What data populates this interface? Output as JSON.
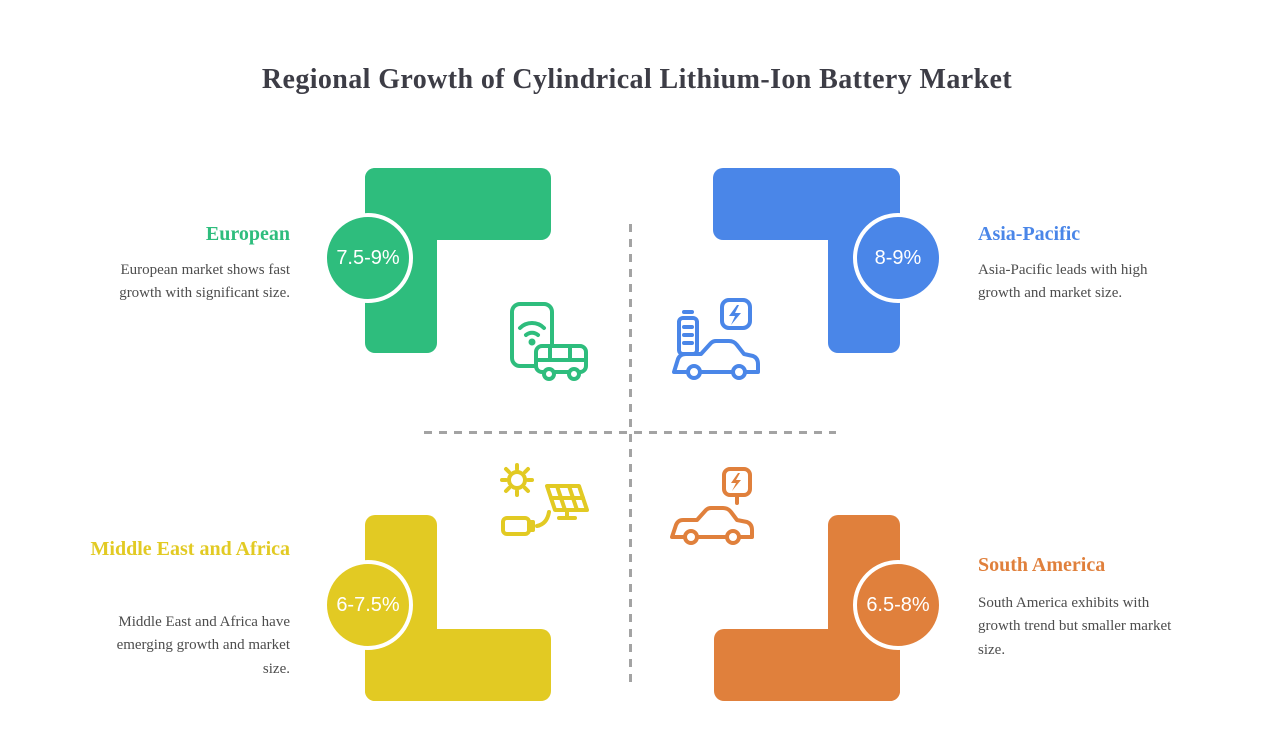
{
  "title": "Regional Growth of Cylindrical Lithium-Ion Battery Market",
  "divider_color": "#a3a3a3",
  "quadrants": {
    "european": {
      "label": "European",
      "growth": "7.5-9%",
      "description": "European market shows fast growth with significant size.",
      "color": "#2ebd7d",
      "icon": "phone-wifi-vehicle-icon"
    },
    "asia_pacific": {
      "label": "Asia-Pacific",
      "growth": "8-9%",
      "description": "Asia-Pacific leads with high growth and market size.",
      "color": "#4a86e8",
      "icon": "ev-battery-charging-icon"
    },
    "middle_east_africa": {
      "label": "Middle East and Africa",
      "growth": "6-7.5%",
      "description": "Middle East and Africa have emerging growth and market size.",
      "color": "#e2ca23",
      "icon": "solar-energy-icon"
    },
    "south_america": {
      "label": "South America",
      "growth": "6.5-8%",
      "description": "South America exhibits with growth trend but smaller market size.",
      "color": "#e0803c",
      "icon": "ev-charging-station-icon"
    }
  }
}
